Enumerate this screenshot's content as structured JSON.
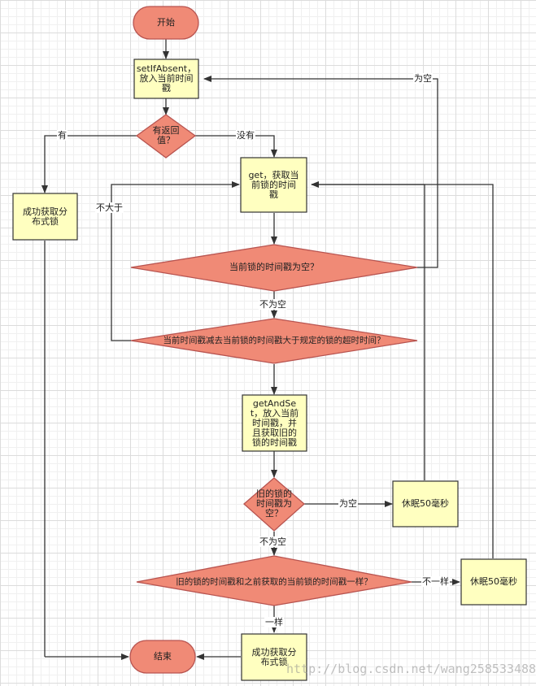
{
  "nodes": {
    "start": "开始",
    "set_if_absent": "setIfAbsent，放入当前时间戳",
    "has_return": "有返回值？",
    "lock_success_left": "成功获取分布式锁",
    "get_current": "get，获取当前锁的时间戳",
    "current_empty": "当前锁的时间戳为空？",
    "timeout_check": "当前时间戳减去当前锁的时间戳大于规定的锁的超时时间？",
    "get_and_set": "getAndSet，放入当前时间戳，并且获取旧的锁的时间戳",
    "old_empty": "旧的锁的时间戳为空？",
    "sleep_1": "休眠50毫秒",
    "same_check": "旧的锁的时间戳和之前获取的当前锁的时间戳一样？",
    "sleep_2": "休眠50毫秒",
    "lock_success_bottom": "成功获取分布式锁",
    "end": "结束"
  },
  "edges": {
    "has": "有",
    "none": "没有",
    "is_empty_top": "为空",
    "not_greater": "不大于",
    "not_empty_1": "不为空",
    "is_empty_mid": "为空",
    "not_empty_2": "不为空",
    "not_same": "不一样",
    "same": "一样"
  },
  "watermark": "http://blog.csdn.net/wang258533488",
  "colors": {
    "terminal_fill": "#f08a76",
    "decision_fill": "#f08a76",
    "process_fill": "#ffffc0",
    "stroke": "#b85450",
    "process_stroke": "#333333",
    "line": "#333333"
  }
}
